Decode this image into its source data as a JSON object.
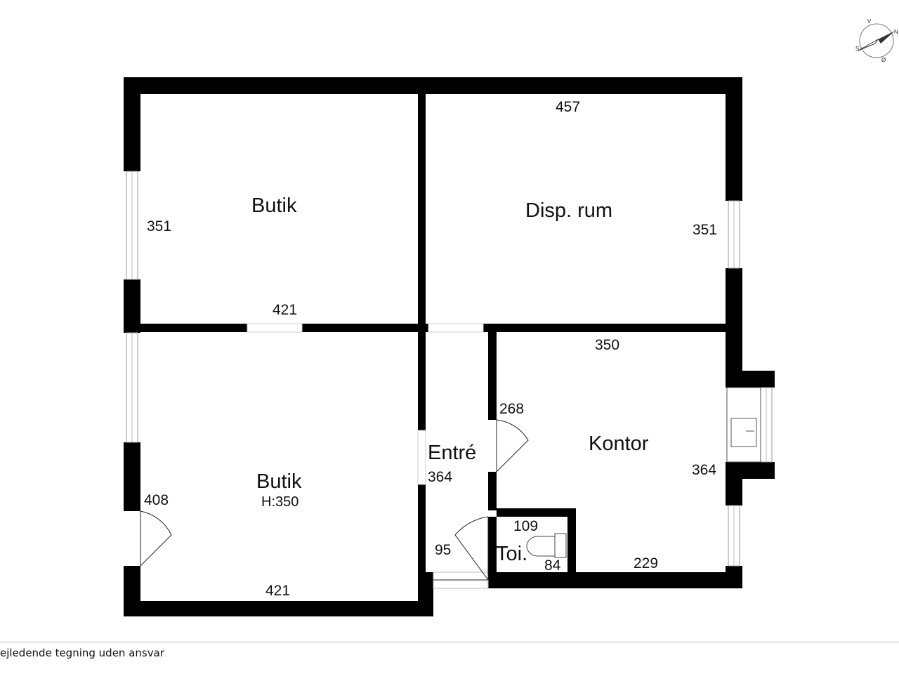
{
  "rooms": [
    {
      "name": "Butik"
    },
    {
      "name": "Disp. rum"
    },
    {
      "name": "Butik",
      "height": "H:350"
    },
    {
      "name": "Entré"
    },
    {
      "name": "Kontor"
    },
    {
      "name": "Toi."
    }
  ],
  "dimensions": {
    "butik_top_height": "351",
    "butik_top_width": "421",
    "disp_width": "457",
    "disp_height": "351",
    "kontor_width": "350",
    "kontor_height": "364",
    "kontor_door_side": "268",
    "kontor_bottom": "229",
    "entre_height": "364",
    "entre_width": "95",
    "toi_width": "109",
    "toi_depth": "84",
    "butik_bottom_height": "408",
    "butik_bottom_width": "421"
  },
  "compass": {
    "letters": [
      "N",
      "V",
      "S",
      "Ø"
    ]
  },
  "footer": {
    "disclaimer": "ejledende tegning uden ansvar"
  },
  "colors": {
    "wall": "#000000",
    "background": "#ffffff"
  }
}
